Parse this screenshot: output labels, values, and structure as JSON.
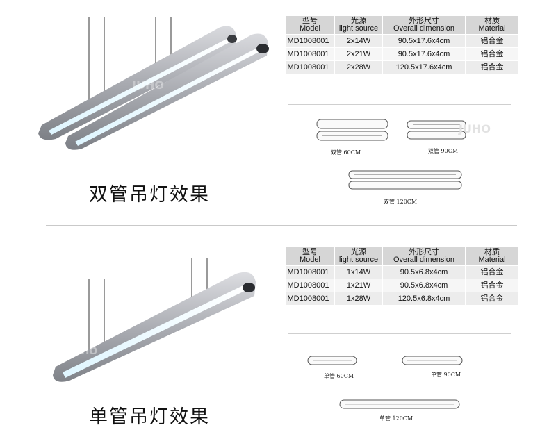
{
  "top": {
    "caption": "双管吊灯效果",
    "table": {
      "headers": [
        {
          "cn": "型号",
          "en": "Model"
        },
        {
          "cn": "光源",
          "en": "light source"
        },
        {
          "cn": "外形尺寸",
          "en": "Overall dimension"
        },
        {
          "cn": "材质",
          "en": "Material"
        }
      ],
      "rows": [
        [
          "MD1008001",
          "2x14W",
          "90.5x17.6x4cm",
          "铝合金"
        ],
        [
          "MD1008001",
          "2x21W",
          "90.5x17.6x4cm",
          "铝合金"
        ],
        [
          "MD1008001",
          "2x28W",
          "120.5x17.6x4cm",
          "铝合金"
        ]
      ]
    },
    "diagram_labels": [
      "双管 60CM",
      "双管 90CM",
      "双管 120CM"
    ],
    "watermark": "JUHO"
  },
  "bottom": {
    "caption": "单管吊灯效果",
    "table": {
      "headers": [
        {
          "cn": "型号",
          "en": "Model"
        },
        {
          "cn": "光源",
          "en": "light source"
        },
        {
          "cn": "外形尺寸",
          "en": "Overall dimension"
        },
        {
          "cn": "材质",
          "en": "Material"
        }
      ],
      "rows": [
        [
          "MD1008001",
          "1x14W",
          "90.5x6.8x4cm",
          "铝合金"
        ],
        [
          "MD1008001",
          "1x21W",
          "90.5x6.8x4cm",
          "铝合金"
        ],
        [
          "MD1008001",
          "1x28W",
          "120.5x6.8x4cm",
          "铝合金"
        ]
      ]
    },
    "diagram_labels": [
      "单管 60CM",
      "单管 90CM",
      "单管 120CM"
    ],
    "watermark": "JUHO"
  }
}
